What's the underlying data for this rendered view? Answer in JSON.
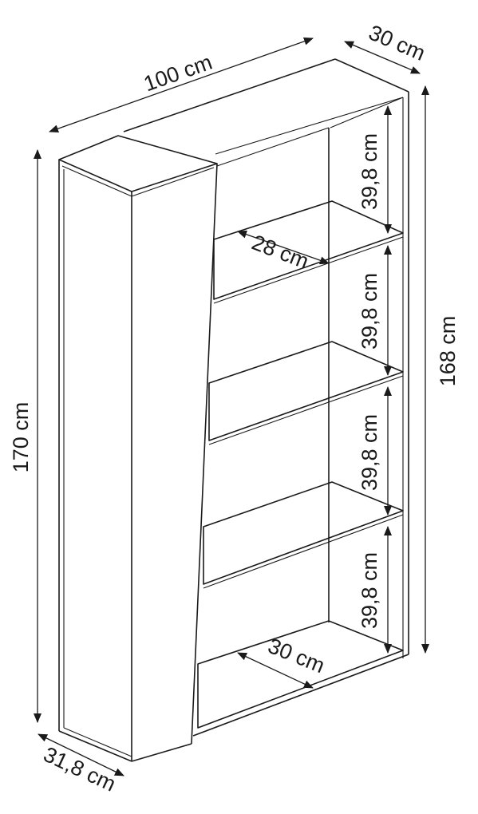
{
  "dimensions": {
    "overall_width": "100 cm",
    "overall_depth": "30 cm",
    "overall_height": "170 cm",
    "shelf_unit_height": "168 cm",
    "column_depth": "31,8 cm",
    "shelf_depth_top": "28 cm",
    "shelf_depth_bottom": "30 cm",
    "shelf_spacing_1": "39,8 cm",
    "shelf_spacing_2": "39,8 cm",
    "shelf_spacing_3": "39,8 cm",
    "shelf_spacing_4": "39,8 cm"
  }
}
